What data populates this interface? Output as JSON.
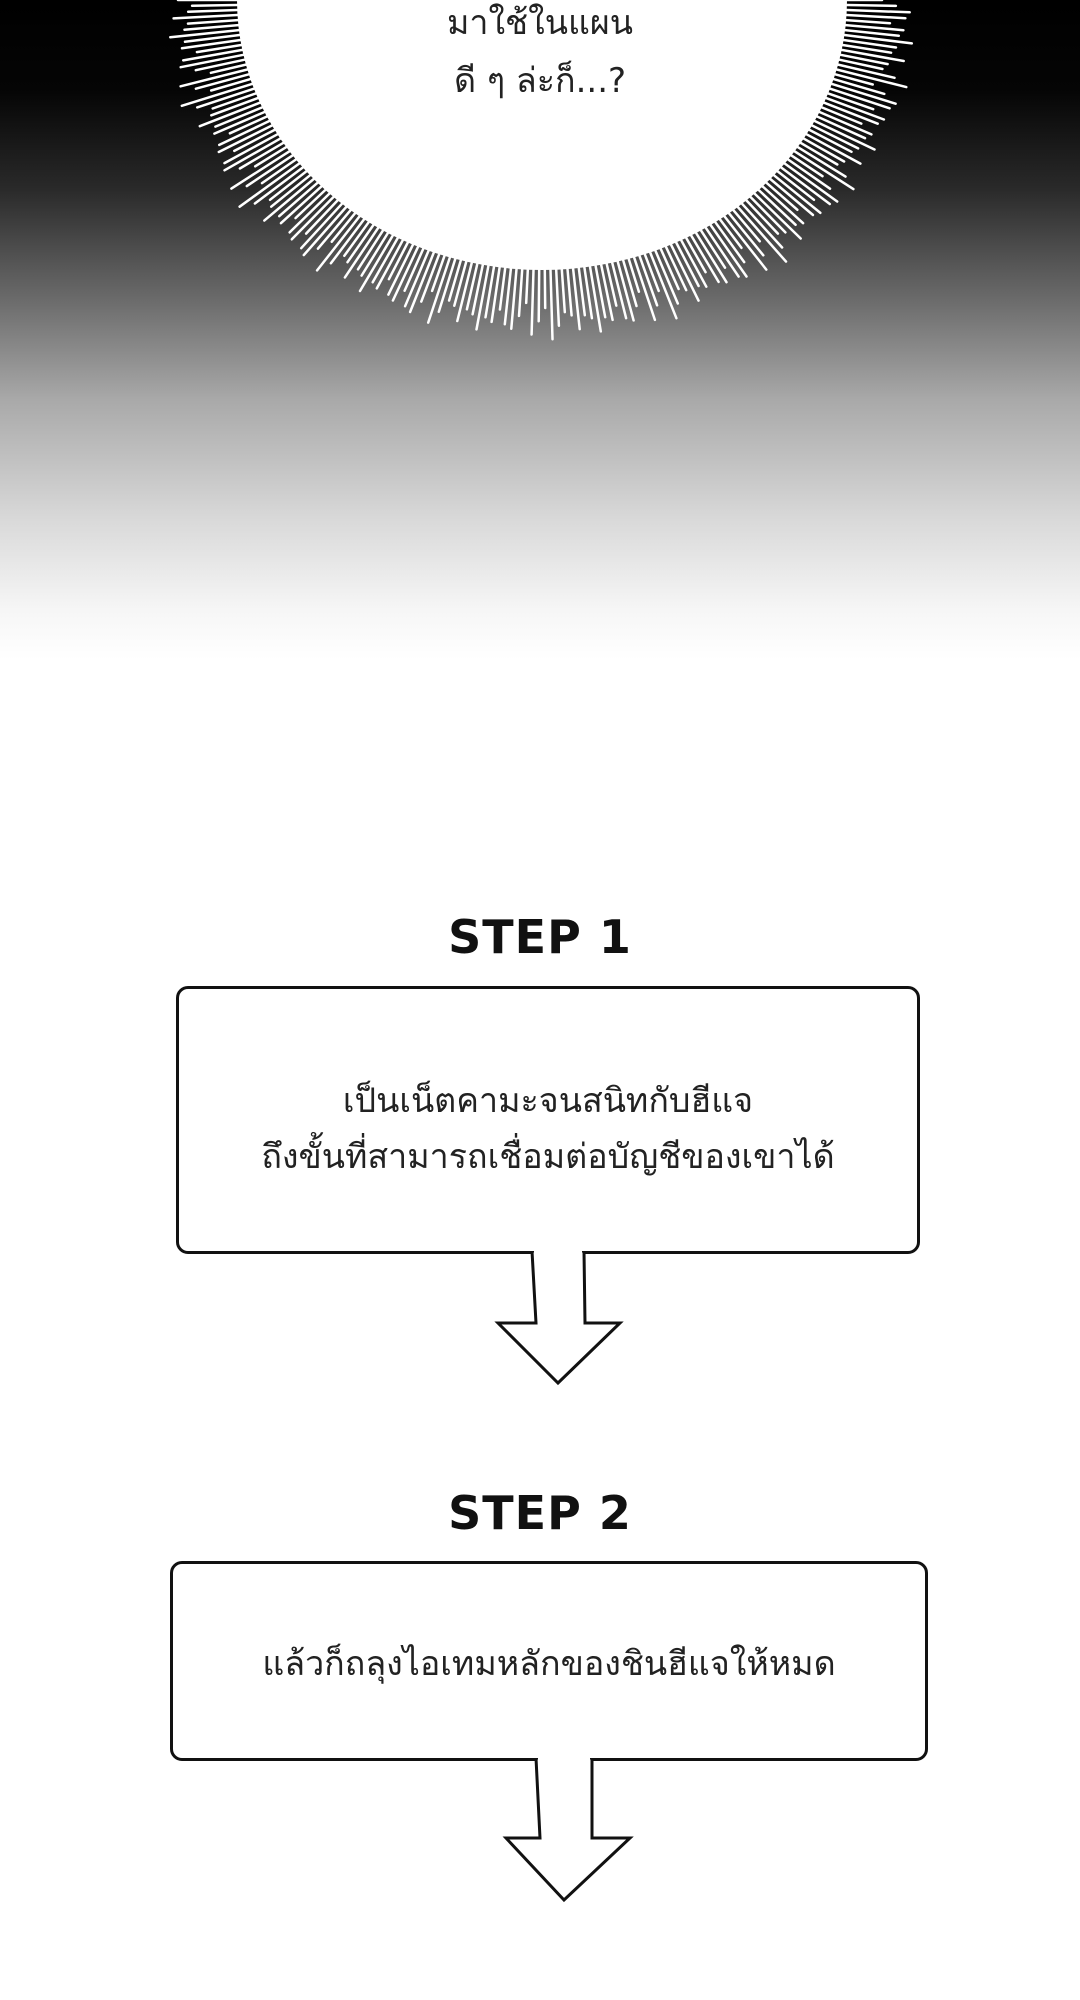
{
  "panel_top": {
    "bubble_lines": [
      "มาใช้ในแผน",
      "ดี ๆ ล่ะก็...?"
    ]
  },
  "steps": [
    {
      "title": "STEP 1",
      "lines": [
        "เป็นเน็ตคามะจนสนิทกับฮีแจ",
        "ถึงขั้นที่สามารถเชื่อมต่อบัญชีของเขาได้"
      ]
    },
    {
      "title": "STEP 2",
      "lines": [
        "แล้วก็ถลุงไอเทมหลักของชินฮีแจให้หมด"
      ]
    }
  ],
  "colors": {
    "ink": "#111111",
    "paper": "#ffffff",
    "burst_dark": "#000000"
  }
}
